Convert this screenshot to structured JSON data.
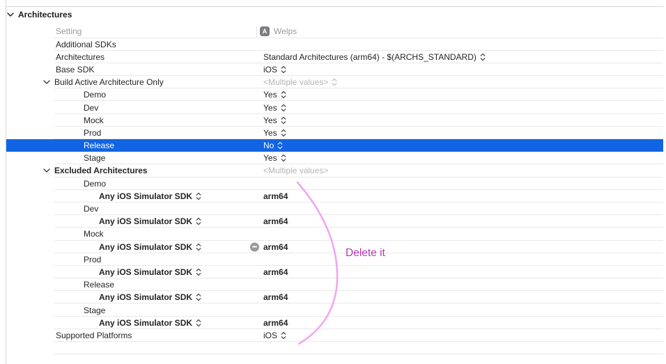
{
  "section_title": "Architectures",
  "columns": {
    "setting": "Setting",
    "target": "Welps",
    "target_icon_letter": "A"
  },
  "rows": [
    {
      "label": "Additional SDKs",
      "value": ""
    },
    {
      "label": "Architectures",
      "value": "Standard Architectures (arm64) - $(ARCHS_STANDARD)"
    },
    {
      "label": "Base SDK",
      "value": "iOS"
    },
    {
      "label": "Build Active Architecture Only",
      "value": "<Multiple values>"
    },
    {
      "label": "Demo",
      "value": "Yes"
    },
    {
      "label": "Dev",
      "value": "Yes"
    },
    {
      "label": "Mock",
      "value": "Yes"
    },
    {
      "label": "Prod",
      "value": "Yes"
    },
    {
      "label": "Release",
      "value": "No"
    },
    {
      "label": "Stage",
      "value": "Yes"
    },
    {
      "label": "Excluded Architectures",
      "value": "<Multiple values>"
    },
    {
      "label": "Demo",
      "value": ""
    },
    {
      "label": "Any iOS Simulator SDK",
      "value": "arm64"
    },
    {
      "label": "Dev",
      "value": ""
    },
    {
      "label": "Any iOS Simulator SDK",
      "value": "arm64"
    },
    {
      "label": "Mock",
      "value": ""
    },
    {
      "label": "Any iOS Simulator SDK",
      "value": "arm64"
    },
    {
      "label": "Prod",
      "value": ""
    },
    {
      "label": "Any iOS Simulator SDK",
      "value": "arm64"
    },
    {
      "label": "Release",
      "value": ""
    },
    {
      "label": "Any iOS Simulator SDK",
      "value": "arm64"
    },
    {
      "label": "Stage",
      "value": ""
    },
    {
      "label": "Any iOS Simulator SDK",
      "value": "arm64"
    },
    {
      "label": "Supported Platforms",
      "value": "iOS"
    }
  ],
  "annotation": {
    "text": "Delete it"
  },
  "colors": {
    "selection_blue": "#1165e3",
    "muted_value": "#b4b4b8",
    "annotation_text": "#b13ab1",
    "annotation_curve": "#ef9df1"
  }
}
